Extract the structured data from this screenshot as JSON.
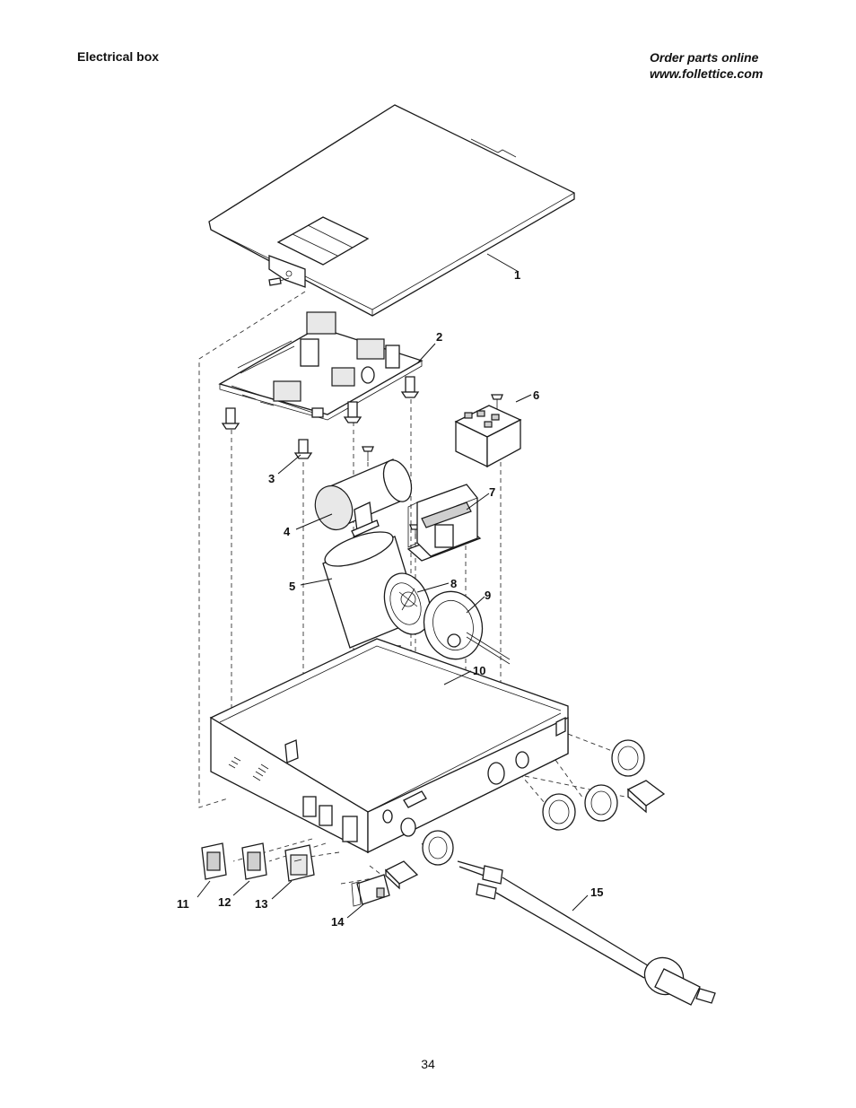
{
  "header": {
    "section_title": "Electrical box",
    "order_line1": "Order parts online",
    "order_line2": "www.follettice.com"
  },
  "page_number": "34",
  "callouts": [
    "1",
    "2",
    "3",
    "4",
    "5",
    "6",
    "7",
    "8",
    "9",
    "10",
    "11",
    "12",
    "13",
    "14",
    "15"
  ],
  "icons": {
    "cover": "cover-panel-icon",
    "board": "control-board-icon",
    "standoff": "standoff-icon",
    "capacitor": "capacitor-icon",
    "relay": "relay-icon",
    "contactor": "contactor-icon",
    "bracket": "bracket-icon",
    "box": "electrical-box-icon",
    "switch": "rocker-switch-icon",
    "fuse_holder": "fuse-holder-icon",
    "cord": "power-cord-icon"
  }
}
